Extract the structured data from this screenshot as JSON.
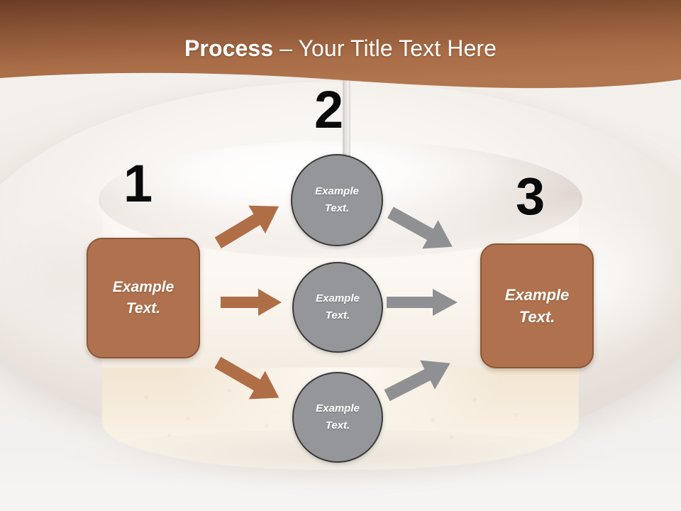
{
  "slide": {
    "title_bold": "Process",
    "title_rest": " – Your Title Text Here",
    "title_full": "Process – Your Title Text Here"
  },
  "colors": {
    "banner_brown_dark": "#6e4028",
    "banner_brown_light": "#b0764f",
    "box_fill": "#b0724e",
    "box_border": "#8a5638",
    "circle_fill": "#949699",
    "circle_border": "#3a3a3a",
    "arrow_brown": "#b06e46",
    "arrow_gray": "#8e9093",
    "number_black": "#0a0a0a",
    "text_white": "#ffffff"
  },
  "steps": {
    "numbers": [
      "1",
      "2",
      "3"
    ]
  },
  "boxes": {
    "start": {
      "line1": "Example",
      "line2": "Text."
    },
    "end": {
      "line1": "Example",
      "line2": "Text."
    }
  },
  "circles": [
    {
      "line1": "Example",
      "line2": "Text."
    },
    {
      "line1": "Example",
      "line2": "Text."
    },
    {
      "line1": "Example",
      "line2": "Text."
    }
  ],
  "arrows": {
    "inbound": [
      {
        "name": "arrow-in-top",
        "color": "#b06e46",
        "direction": "up-right"
      },
      {
        "name": "arrow-in-mid",
        "color": "#b06e46",
        "direction": "right"
      },
      {
        "name": "arrow-in-bottom",
        "color": "#b06e46",
        "direction": "down-right"
      }
    ],
    "outbound": [
      {
        "name": "arrow-out-top",
        "color": "#8e9093",
        "direction": "down-right"
      },
      {
        "name": "arrow-out-mid",
        "color": "#8e9093",
        "direction": "right"
      },
      {
        "name": "arrow-out-bottom",
        "color": "#8e9093",
        "direction": "up-right"
      }
    ]
  },
  "background": {
    "description": "photo-of-cheesecake-on-white-plate"
  }
}
